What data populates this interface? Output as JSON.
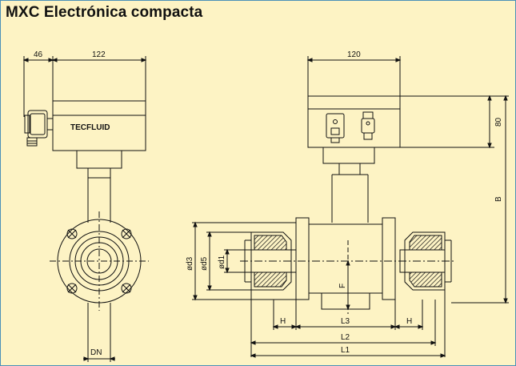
{
  "title": "MXC Electrónica compacta",
  "colors": {
    "background": "#fdf3c4",
    "border": "#4a90b8",
    "line": "#111111"
  },
  "brand": "TECFLUID",
  "dimensions": {
    "w46": "46",
    "w122": "122",
    "w120": "120",
    "h80": "80",
    "B": "B",
    "DN": "DN",
    "d3": "ød3",
    "d5": "ød5",
    "d1": "ød1",
    "F": "F",
    "H_left": "H",
    "H_right": "H",
    "L3": "L3",
    "L2": "L2",
    "L1": "L1"
  }
}
